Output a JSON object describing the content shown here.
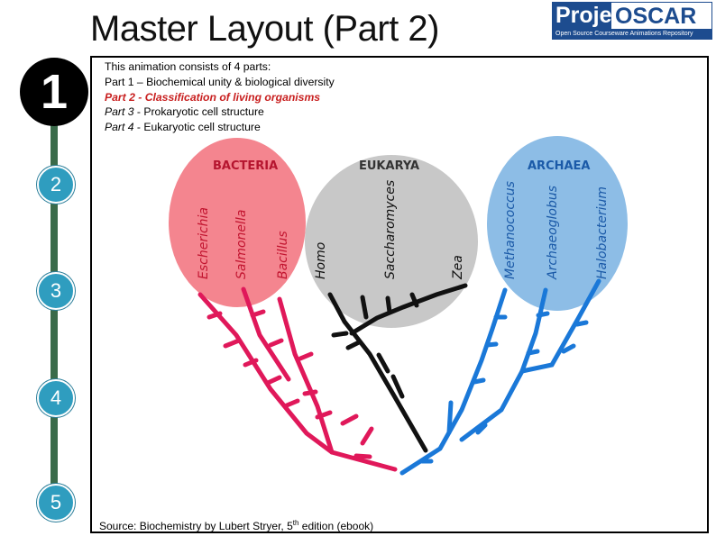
{
  "title": "Master Layout (Part 2)",
  "logo": {
    "word1": "Project",
    "word2": "OSCAR",
    "tagline": "Open Source Courseware Animations Repository"
  },
  "steps": [
    "1",
    "2",
    "3",
    "4",
    "5"
  ],
  "intro": {
    "line0": "This animation consists of 4 parts:",
    "line1": "Part 1 – Biochemical unity & biological diversity",
    "line2_part": "Part 2",
    "line2_rest": " - Classification of living organisms",
    "line3_part": "Part 3",
    "line3_rest": " - Prokaryotic cell structure",
    "line4_part": "Part 4",
    "line4_rest": " - Eukaryotic cell structure"
  },
  "domains": {
    "bacteria": {
      "label": "BACTERIA",
      "color": "#f4858f",
      "tree_color": "#e0185a",
      "organisms": [
        "Escherichia",
        "Salmonella",
        "Bacillus"
      ]
    },
    "eukarya": {
      "label": "EUKARYA",
      "color": "#c8c8c8",
      "tree_color": "#111111",
      "organisms": [
        "Homo",
        "Saccharomyces",
        "Zea"
      ]
    },
    "archaea": {
      "label": "ARCHAEA",
      "color": "#8dbde6",
      "tree_color": "#1a78d8",
      "organisms": [
        "Methanococcus",
        "Archaeoglobus",
        "Halobacterium"
      ]
    }
  },
  "source": {
    "prefix": "Source: Biochemistry by Lubert Stryer, 5",
    "sup": "th",
    "suffix": " edition (ebook)"
  }
}
